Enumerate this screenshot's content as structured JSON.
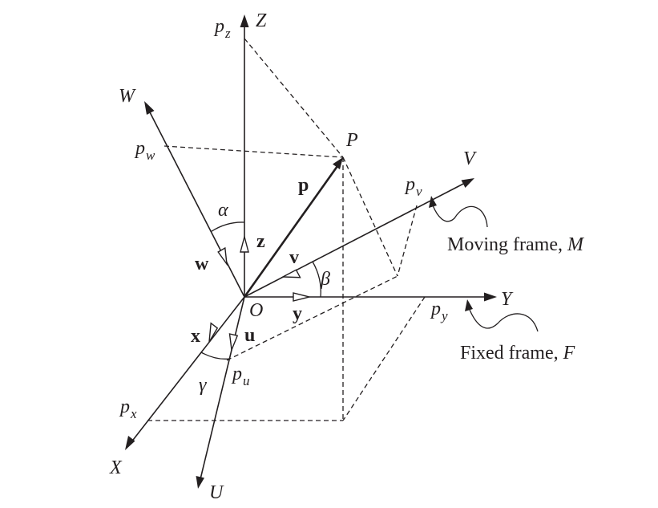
{
  "axes": {
    "fixed": {
      "x": "X",
      "y": "Y",
      "z": "Z"
    },
    "moving": {
      "u": "U",
      "v": "V",
      "w": "W"
    }
  },
  "origin": "O",
  "point": "P",
  "vector": "p",
  "unit_vectors": {
    "x": "x",
    "y": "y",
    "z": "z",
    "u": "u",
    "v": "v",
    "w": "w"
  },
  "components": {
    "px": {
      "base": "p",
      "sub": "x"
    },
    "py": {
      "base": "p",
      "sub": "y"
    },
    "pz": {
      "base": "p",
      "sub": "z"
    },
    "pu": {
      "base": "p",
      "sub": "u"
    },
    "pv": {
      "base": "p",
      "sub": "v"
    },
    "pw": {
      "base": "p",
      "sub": "w"
    }
  },
  "angles": {
    "alpha": "α",
    "beta": "β",
    "gamma": "γ"
  },
  "captions": {
    "moving": {
      "text": "Moving frame, ",
      "sym": "M"
    },
    "fixed": {
      "text": "Fixed frame, ",
      "sym": "F"
    }
  }
}
